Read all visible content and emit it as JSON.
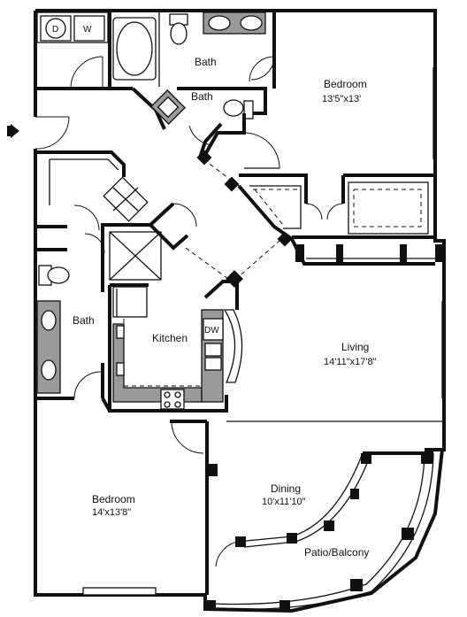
{
  "plan": {
    "rooms": [
      {
        "key": "bath_top",
        "name": "Bath",
        "dims": ""
      },
      {
        "key": "bath_half",
        "name": "Bath",
        "dims": ""
      },
      {
        "key": "bedroom_1",
        "name": "Bedroom",
        "dims": "13'5\"x13'"
      },
      {
        "key": "bath_left",
        "name": "Bath",
        "dims": ""
      },
      {
        "key": "kitchen",
        "name": "Kitchen",
        "dims": ""
      },
      {
        "key": "living",
        "name": "Living",
        "dims": "14'11\"x17'8\""
      },
      {
        "key": "bedroom_2",
        "name": "Bedroom",
        "dims": "14'x13'8\""
      },
      {
        "key": "dining",
        "name": "Dining",
        "dims": "10'x11'10\""
      },
      {
        "key": "patio",
        "name": "Patio/Balcony",
        "dims": ""
      }
    ],
    "fixtures": {
      "dryer": "D",
      "washer": "W",
      "dishwasher": "DW"
    },
    "entry_icon": "entry-arrow-icon"
  }
}
